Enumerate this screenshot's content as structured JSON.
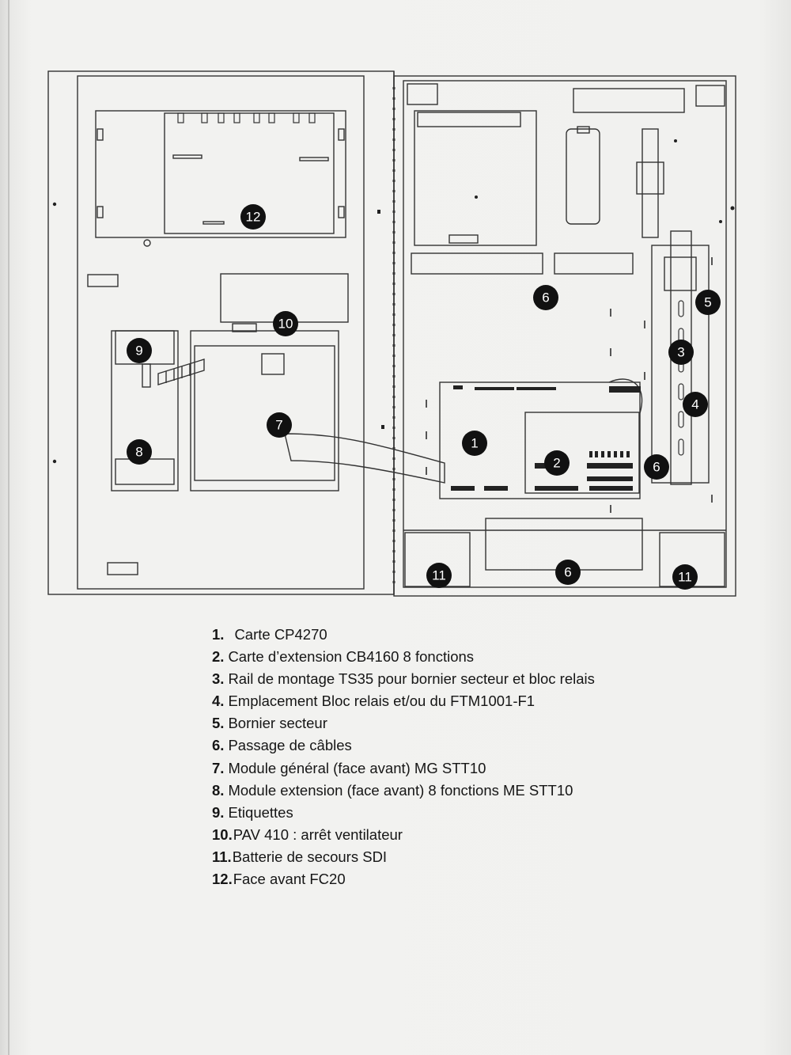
{
  "diagram": {
    "callouts": {
      "c1": "1",
      "c2": "2",
      "c3": "3",
      "c4": "4",
      "c5": "5",
      "c6a": "6",
      "c6b": "6",
      "c6c": "6",
      "c7": "7",
      "c8": "8",
      "c9": "9",
      "c10": "10",
      "c11a": "11",
      "c11b": "11",
      "c12": "12"
    }
  },
  "legend": [
    {
      "num": "1.",
      "text": "Carte CP4270"
    },
    {
      "num": "2.",
      "text": "Carte d’extension CB4160 8 fonctions"
    },
    {
      "num": "3.",
      "text": "Rail de montage TS35 pour bornier secteur et bloc relais"
    },
    {
      "num": "4.",
      "text": "Emplacement Bloc relais et/ou du FTM1001-F1"
    },
    {
      "num": "5.",
      "text": "Bornier secteur"
    },
    {
      "num": "6.",
      "text": "Passage de câbles"
    },
    {
      "num": "7.",
      "text": "Module général (face avant) MG STT10"
    },
    {
      "num": "8.",
      "text": "Module extension (face avant) 8 fonctions ME STT10"
    },
    {
      "num": "9.",
      "text": "Etiquettes"
    },
    {
      "num": "10.",
      "text": "PAV 410 : arrêt ventilateur"
    },
    {
      "num": "11.",
      "text": "Batterie de secours SDI"
    },
    {
      "num": "12.",
      "text": "Face avant FC20"
    }
  ]
}
